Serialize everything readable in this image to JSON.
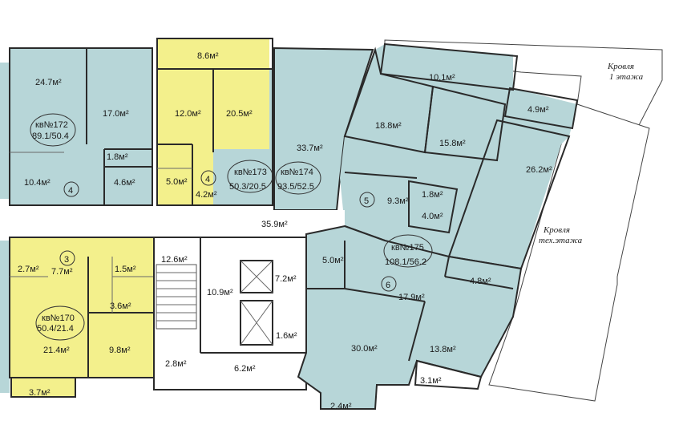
{
  "colors": {
    "blue": "#b7d6d8",
    "yellow": "#f3f08c",
    "corridor": "#ffffff",
    "wall": "#2a2a2a"
  },
  "rooms": {
    "r_247": "24.7м²",
    "r_170": "17.0м²",
    "r_86": "8.6м²",
    "r_120": "12.0м²",
    "r_205": "20.5м²",
    "r_337": "33.7м²",
    "r_101": "10.1м²",
    "r_49": "4.9м²",
    "r_188": "18.8м²",
    "r_158": "15.8м²",
    "r_262": "26.2м²",
    "r_18a": "1.8м²",
    "r_104": "10.4м²",
    "r_46": "4.6м²",
    "r_50a": "5.0м²",
    "r_42": "4.2м²",
    "r_93": "9.3м²",
    "r_18b": "1.8м²",
    "r_40": "4.0м²",
    "r_359": "35.9м²",
    "r_27": "2.7м²",
    "r_77": "7.7м²",
    "r_15": "1.5м²",
    "r_126": "12.6м²",
    "r_72": "7.2м²",
    "r_50b": "5.0м²",
    "r_48": "4.8м²",
    "r_36": "3.6м²",
    "r_109": "10.9м²",
    "r_179": "17.9м²",
    "r_214": "21.4м²",
    "r_98": "9.8м²",
    "r_16": "1.6м²",
    "r_300": "30.0м²",
    "r_138": "13.8м²",
    "r_28": "2.8м²",
    "r_62": "6.2м²",
    "r_31": "3.1м²",
    "r_37": "3.7м²",
    "r_24": "2.4м²"
  },
  "apartments": {
    "a172_name": "кв№172",
    "a172_area": "89.1/50.4",
    "a173_name": "кв№173",
    "a173_area": "50.3/20.5",
    "a174_name": "кв№174",
    "a174_area": "93.5/52.5",
    "a175_name": "кв№175",
    "a175_area": "108.1/56.2",
    "a170_name": "кв№170",
    "a170_area": "50.4/21.4"
  },
  "room_counts": {
    "c172": "4",
    "c173": "4",
    "c175a": "5",
    "c175b": "6",
    "c170": "3"
  },
  "roofs": {
    "roof1_line1": "Кровля",
    "roof1_line2": "1 этажа",
    "roof2_line1": "Кровля",
    "roof2_line2": "тех.этажа"
  }
}
